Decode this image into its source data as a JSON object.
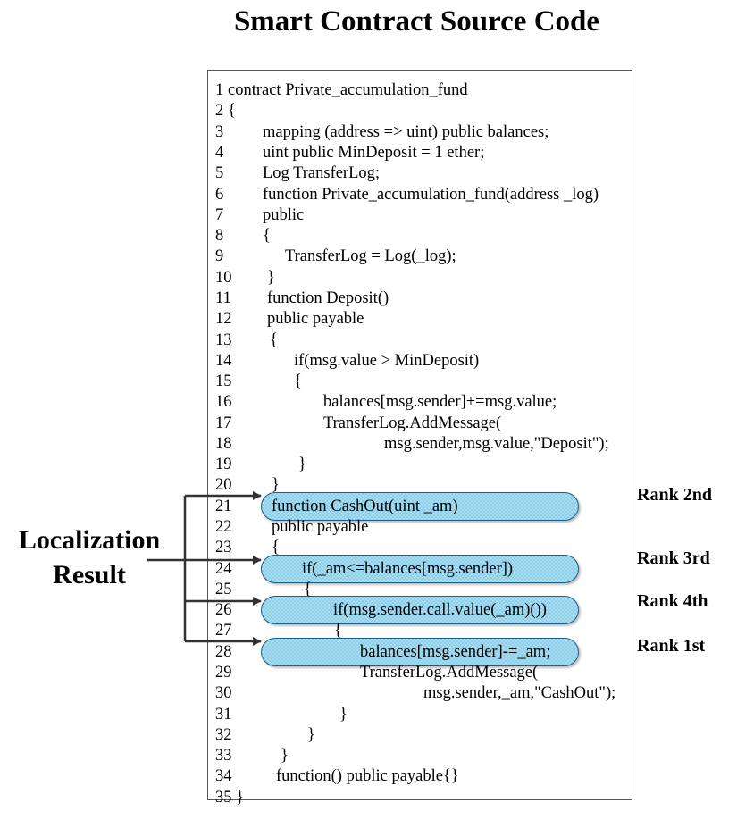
{
  "title": "Smart Contract Source Code",
  "localization_label": [
    "Localization",
    "Result"
  ],
  "code_lines": [
    {
      "num": "1",
      "text": "contract Private_accumulation_fund"
    },
    {
      "num": "2",
      "text": "{"
    },
    {
      "num": "3",
      "text": "mapping (address => uint) public balances;"
    },
    {
      "num": "4",
      "text": "uint public MinDeposit = 1 ether;"
    },
    {
      "num": "5",
      "text": "Log TransferLog;"
    },
    {
      "num": "6",
      "text": "function Private_accumulation_fund(address _log)"
    },
    {
      "num": "7",
      "text": "public"
    },
    {
      "num": "8",
      "text": "{"
    },
    {
      "num": "9",
      "text": "TransferLog = Log(_log);"
    },
    {
      "num": "10",
      "text": "}"
    },
    {
      "num": "11",
      "text": "function Deposit()"
    },
    {
      "num": "12",
      "text": "public payable"
    },
    {
      "num": "13",
      "text": "{"
    },
    {
      "num": "14",
      "text": "if(msg.value > MinDeposit)"
    },
    {
      "num": "15",
      "text": "{"
    },
    {
      "num": "16",
      "text": "balances[msg.sender]+=msg.value;"
    },
    {
      "num": "17",
      "text": "TransferLog.AddMessage("
    },
    {
      "num": "18",
      "text": "msg.sender,msg.value,\"Deposit\");"
    },
    {
      "num": "19",
      "text": "}"
    },
    {
      "num": "20",
      "text": "}"
    },
    {
      "num": "21",
      "text": "function CashOut(uint _am)"
    },
    {
      "num": "22",
      "text": "public payable"
    },
    {
      "num": "23",
      "text": "{"
    },
    {
      "num": "24",
      "text": "if(_am<=balances[msg.sender])"
    },
    {
      "num": "25",
      "text": "{"
    },
    {
      "num": "26",
      "text": "if(msg.sender.call.value(_am)())"
    },
    {
      "num": "27",
      "text": "{"
    },
    {
      "num": "28",
      "text": "balances[msg.sender]-=_am;"
    },
    {
      "num": "29",
      "text": "TransferLog.AddMessage("
    },
    {
      "num": "30",
      "text": "msg.sender,_am,\"CashOut\");"
    },
    {
      "num": "31",
      "text": "}"
    },
    {
      "num": "32",
      "text": "}"
    },
    {
      "num": "33",
      "text": "}"
    },
    {
      "num": "34",
      "text": "function() public payable{}"
    },
    {
      "num": "35",
      "text": "}"
    }
  ],
  "highlights": [
    {
      "line": "21",
      "rank": "Rank 2nd"
    },
    {
      "line": "24",
      "rank": "Rank 3rd"
    },
    {
      "line": "26",
      "rank": "Rank 4th"
    },
    {
      "line": "28",
      "rank": "Rank 1st"
    }
  ],
  "colors": {
    "highlight_fill": "#86cdea",
    "highlight_border": "#1f5f86"
  }
}
